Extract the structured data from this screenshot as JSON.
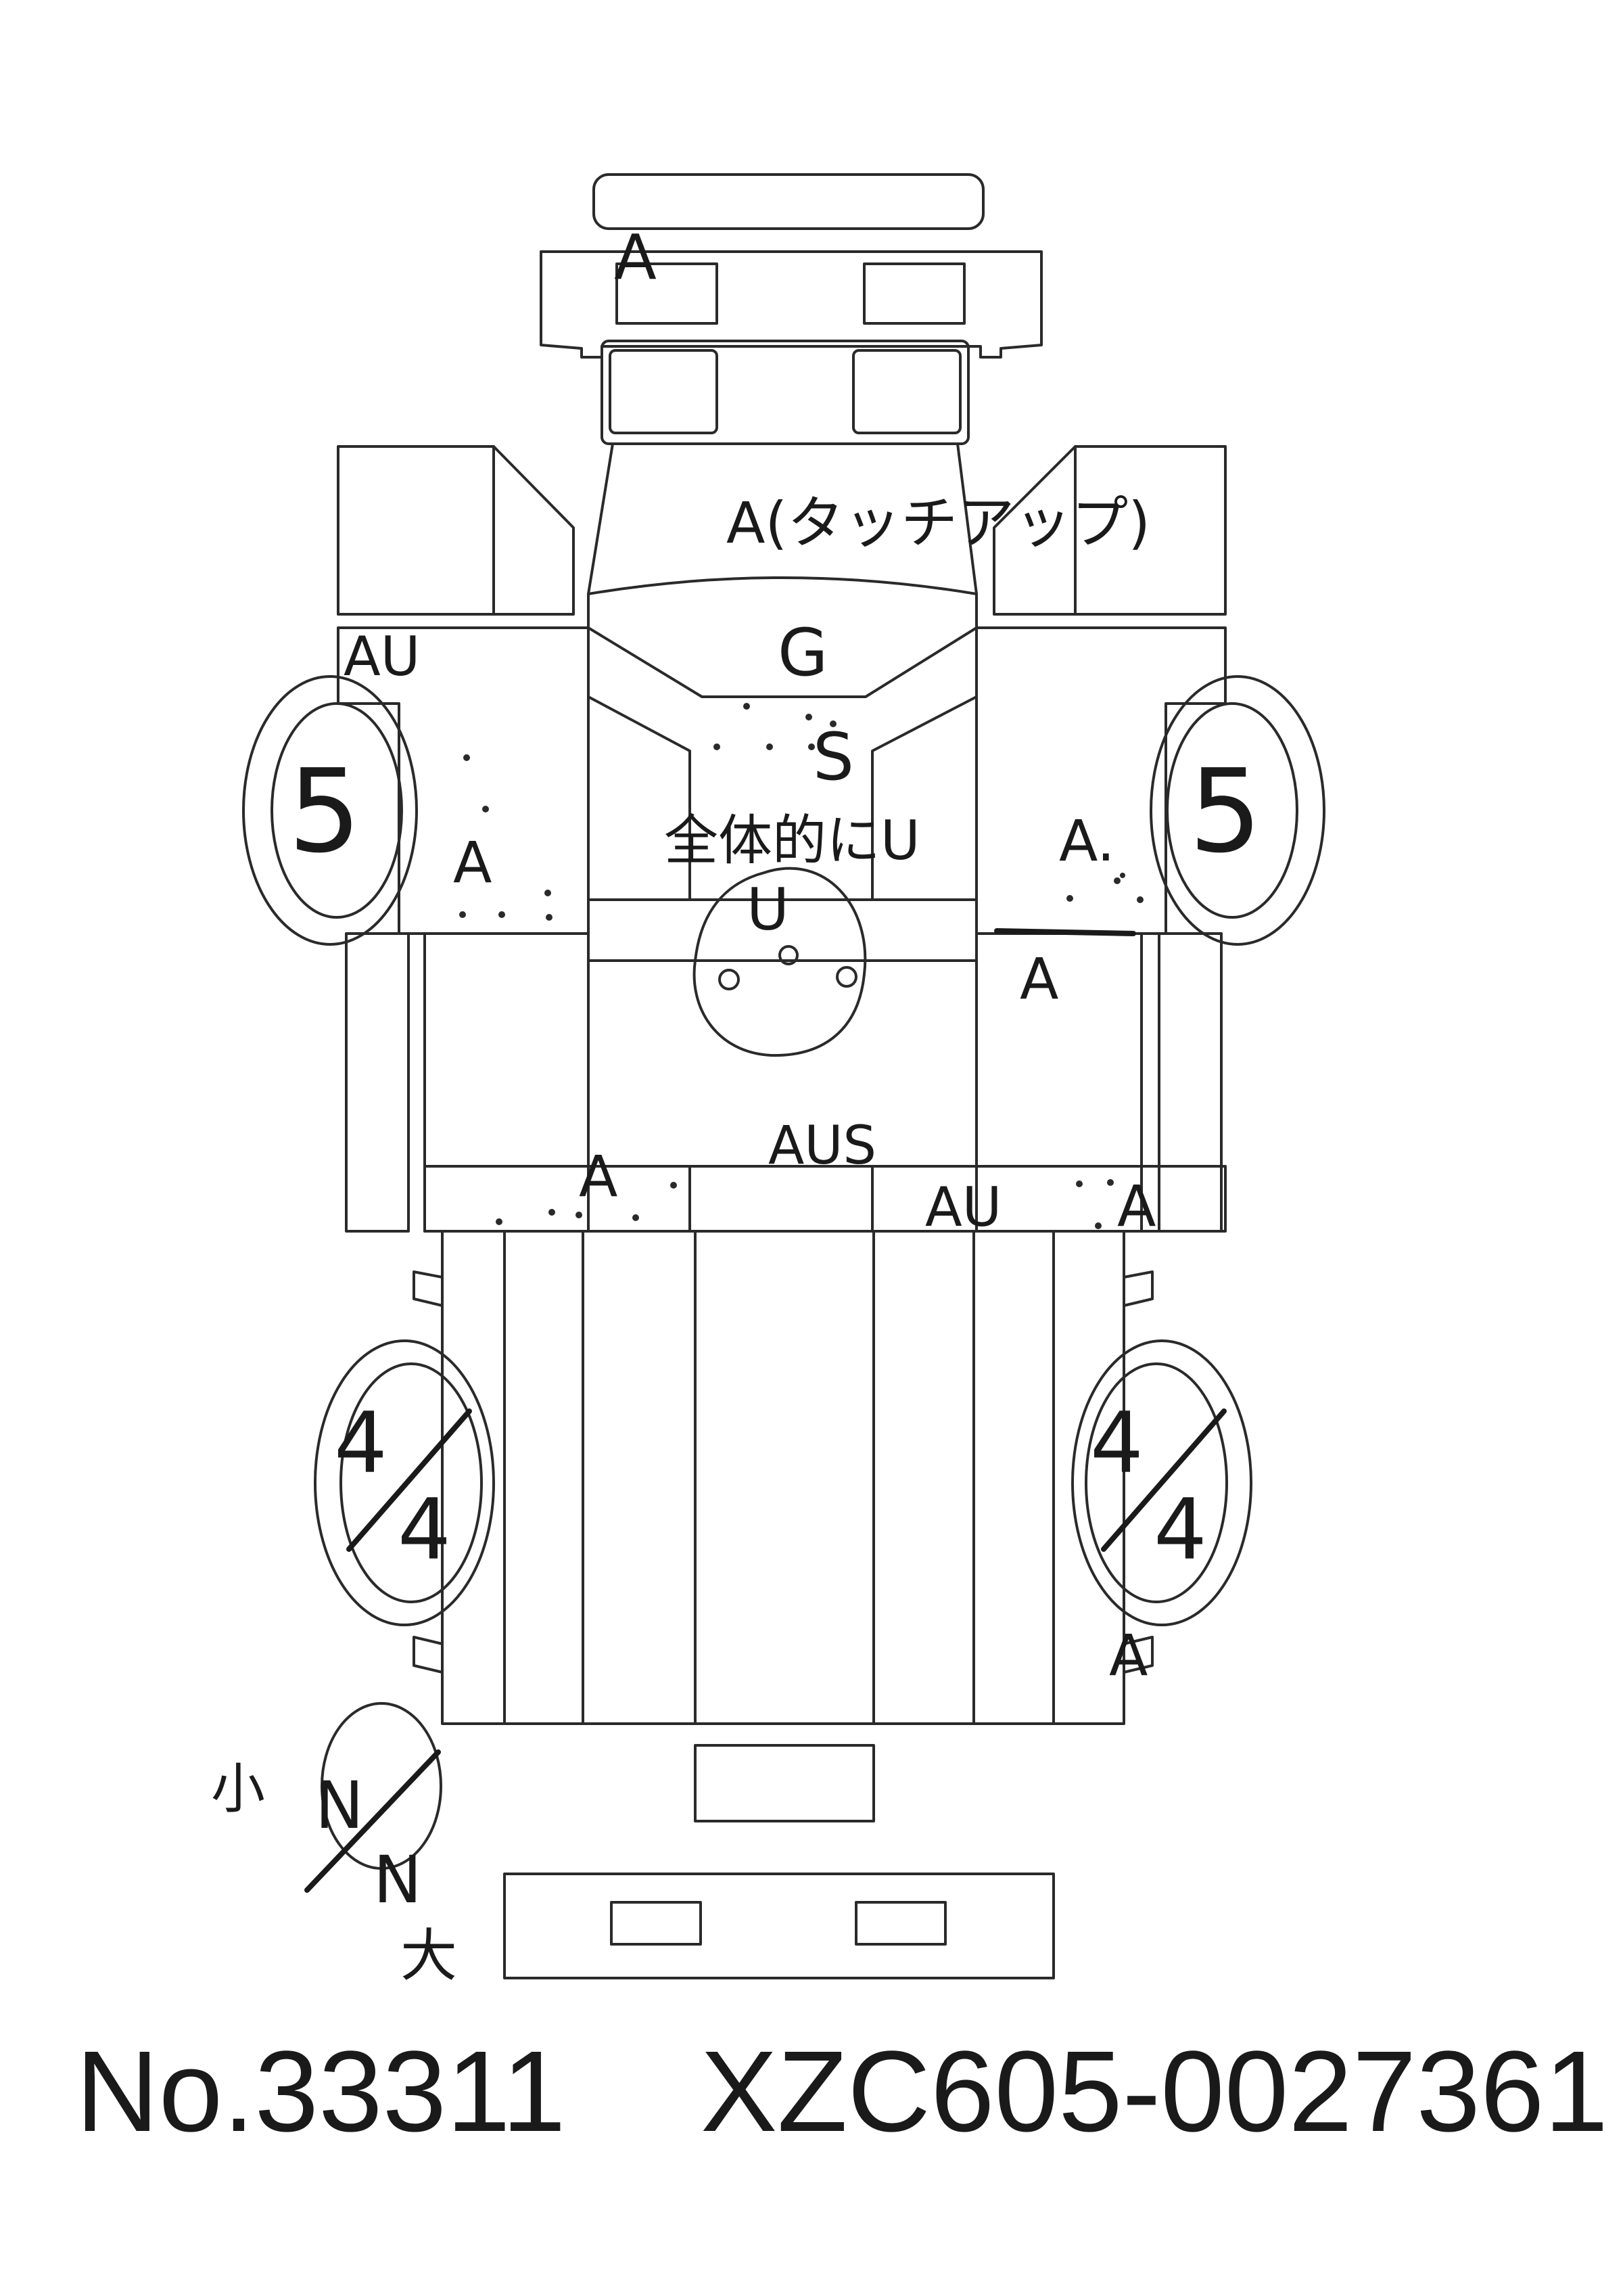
{
  "annotations": {
    "bumper_front": "A",
    "hood": "A(タッチアップ)",
    "windshield": "G",
    "cab_center": "S",
    "cab_overall": "全体的にU",
    "spare_wheel": "U",
    "left_mirror": "AU",
    "left_door": "A",
    "right_door_upper": "A.",
    "right_door_lower": "A",
    "sill_left": "A",
    "sill_center": "AUS",
    "sill_right_au": "AU",
    "sill_right_a": "A",
    "rear_right_fender": "A",
    "front_tire_left": "5",
    "front_tire_right": "5",
    "rear_tire_left_top": "4",
    "rear_tire_left_bottom": "4",
    "rear_tire_right_top": "4",
    "rear_tire_right_bottom": "4",
    "legend_small": "小",
    "legend_large": "大",
    "legend_n_top": "N",
    "legend_n_bottom": "N"
  },
  "footer": {
    "number": "No.33311",
    "chassis": "XZC605-0027361"
  }
}
